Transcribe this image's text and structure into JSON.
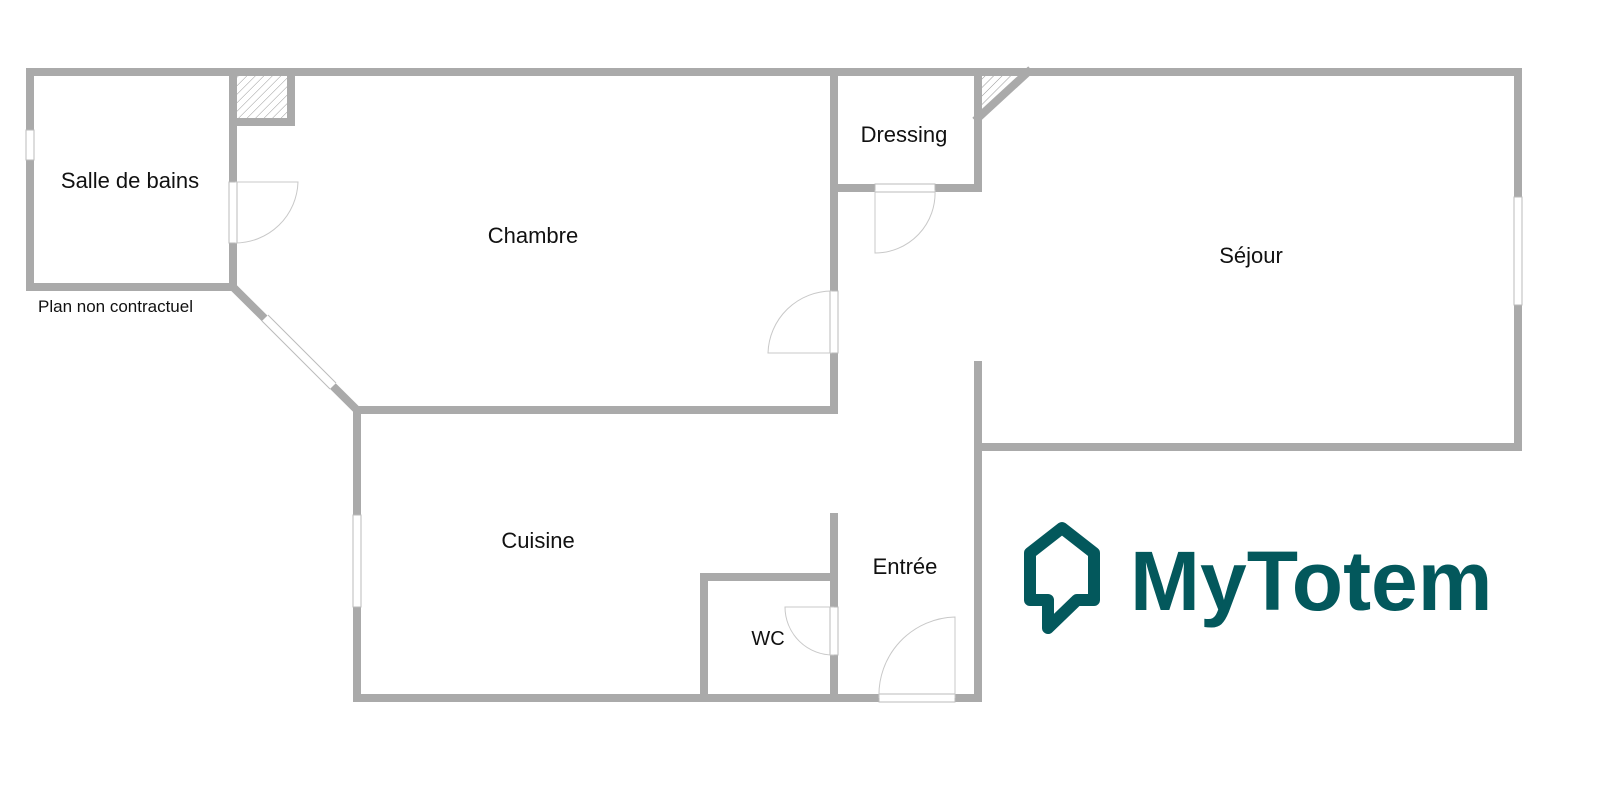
{
  "rooms": {
    "salle_de_bains": "Salle de bains",
    "chambre": "Chambre",
    "dressing": "Dressing",
    "sejour": "Séjour",
    "cuisine": "Cuisine",
    "entree": "Entrée",
    "wc": "WC"
  },
  "note": "Plan non contractuel",
  "brand": {
    "name": "MyTotem",
    "color": "#03585c"
  }
}
